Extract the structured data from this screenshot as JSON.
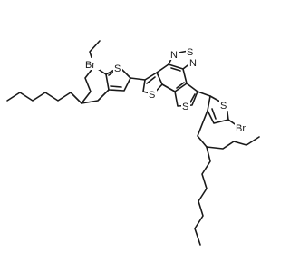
{
  "atom_labels": {
    "br_left": "Br",
    "s_left_thiophene": "S",
    "n_top": "N",
    "s_thiadiazole": "S",
    "n_right": "N",
    "s_fused_left": "S",
    "s_fused_right": "S",
    "s_right_thiophene": "S",
    "br_right": "Br"
  }
}
